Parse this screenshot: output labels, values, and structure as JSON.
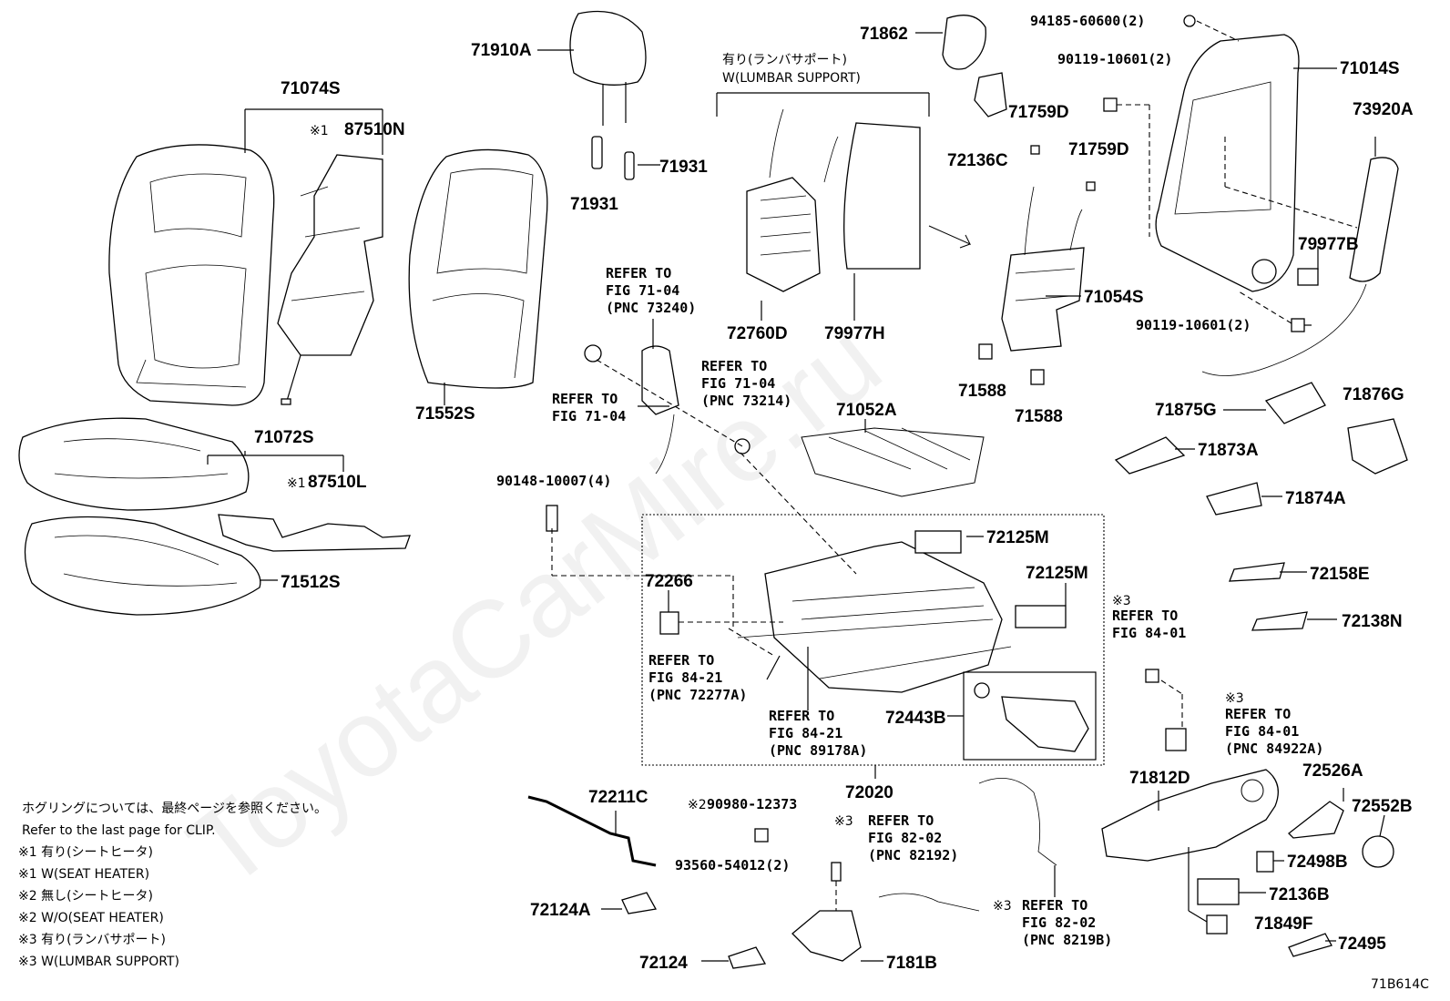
{
  "diagram_id": "71B614C",
  "watermark": "ToyotaCarMire.ru",
  "header_note": {
    "jp": "有り(ランバサポート)",
    "en": "W(LUMBAR SUPPORT)"
  },
  "parts": [
    "71074S",
    "87510N",
    "71552S",
    "71910A",
    "71931",
    "71931",
    "71862",
    "71759D",
    "71759D",
    "72136C",
    "94185-60600(2)",
    "90119-10601(2)",
    "71014S",
    "73920A",
    "79977B",
    "90119-10601(2)",
    "72760D",
    "79977H",
    "71054S",
    "71588",
    "71588",
    "71072S",
    "87510L",
    "71512S",
    "71052A",
    "90148-10007(4)",
    "72125M",
    "72125M",
    "72266",
    "72443B",
    "72020",
    "71875G",
    "71876G",
    "71873A",
    "71874A",
    "72158E",
    "72138N",
    "71812D",
    "72526A",
    "72552B",
    "72498B",
    "72136B",
    "71849F",
    "72495",
    "72211C",
    "72124A",
    "90980-12373",
    "93560-54012(2)",
    "72124",
    "7181B"
  ],
  "marks": {
    "m1": "※1",
    "m1b": "※1",
    "m2": "※2",
    "m3a": "※3",
    "m3b": "※3",
    "m3c": "※3",
    "m3d": "※3"
  },
  "refs": {
    "r1": [
      "REFER TO",
      "FIG 71-04",
      "(PNC 73240)"
    ],
    "r2": [
      "REFER TO",
      "FIG 71-04"
    ],
    "r3": [
      "REFER TO",
      "FIG 71-04",
      "(PNC 73214)"
    ],
    "r4": [
      "REFER TO",
      "FIG 84-21",
      "(PNC 72277A)"
    ],
    "r5": [
      "REFER TO",
      "FIG 84-21",
      "(PNC 89178A)"
    ],
    "r6": [
      "REFER TO",
      "FIG 84-01"
    ],
    "r7": [
      "REFER TO",
      "FIG 84-01",
      "(PNC 84922A)"
    ],
    "r8": [
      "REFER TO",
      "FIG 82-02",
      "(PNC 82192)"
    ],
    "r9": [
      "REFER TO",
      "FIG 82-02",
      "(PNC 8219B)"
    ]
  },
  "legend": [
    "ホグリングについては、最終ページを参照ください。",
    "Refer to the last page for CLIP.",
    "※1 有り(シートヒータ)",
    "※1 W(SEAT HEATER)",
    "※2 無し(シートヒータ)",
    "※2 W/O(SEAT HEATER)",
    "※3 有り(ランバサポート)",
    "※3 W(LUMBAR SUPPORT)"
  ]
}
